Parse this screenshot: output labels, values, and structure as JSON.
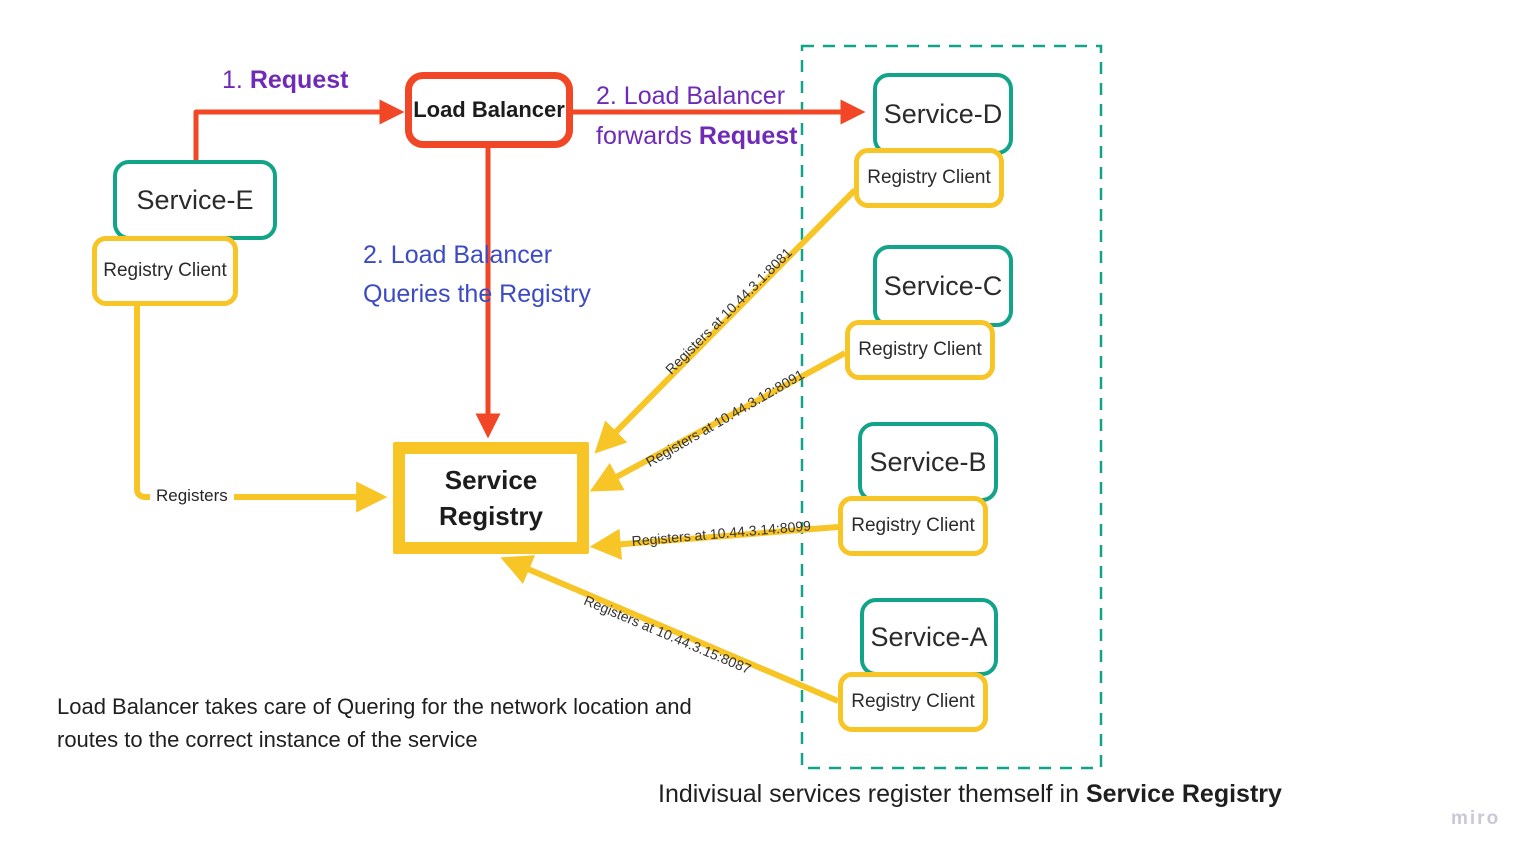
{
  "nodes": {
    "service_e": "Service-E",
    "load_balancer": "Load Balancer",
    "service_registry": "Service Registry",
    "service_d": "Service-D",
    "service_c": "Service-C",
    "service_b": "Service-B",
    "service_a": "Service-A",
    "registry_client": "Registry Client"
  },
  "edge_labels": {
    "request_step": "1.",
    "request_bold": "Request",
    "forwards_line1": "2. Load Balancer",
    "forwards_line2_text": "forwards",
    "forwards_line2_bold": "Request",
    "queries_line1": "2. Load Balancer",
    "queries_line2": "Queries the Registry",
    "registers": "Registers",
    "registers_d": "Registers at 10.44.3.1:8081",
    "registers_c": "Registers at 10.44.3.12:8091",
    "registers_b": "Registers at 10.44.3.14:8099",
    "registers_a": "Registers at 10.44.3.15:8087"
  },
  "notes": {
    "lb_note_line1": "Load Balancer takes care of Quering for the network location and",
    "lb_note_line2": "routes to the correct instance of the service",
    "services_note_text": "Indivisual services register themself in",
    "services_note_bold": "Service Registry"
  },
  "watermark": "miro",
  "colors": {
    "red": "#F24726",
    "teal": "#12A489",
    "yellow": "#F7C526",
    "purple": "#6F2BB8",
    "blue": "#3C4BC3",
    "text": "#262626",
    "watermark": "#C9C8D8"
  }
}
